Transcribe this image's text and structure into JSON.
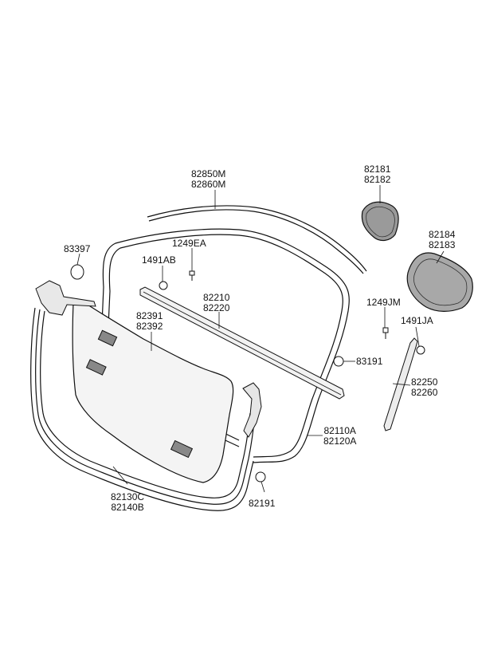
{
  "diagram": {
    "labels": {
      "l_82850": [
        "82850M",
        "82860M"
      ],
      "l_82181": [
        "82181",
        "82182"
      ],
      "l_82184": [
        "82184",
        "82183"
      ],
      "l_83397": [
        "83397"
      ],
      "l_1249EA": [
        "1249EA"
      ],
      "l_1491AB": [
        "1491AB"
      ],
      "l_82210": [
        "82210",
        "82220"
      ],
      "l_82391": [
        "82391",
        "82392"
      ],
      "l_1249JM": [
        "1249JM"
      ],
      "l_1491JA": [
        "1491JA"
      ],
      "l_83191": [
        "83191"
      ],
      "l_82250": [
        "82250",
        "82260"
      ],
      "l_82110": [
        "82110A",
        "82120A"
      ],
      "l_82130": [
        "82130C",
        "82140B"
      ],
      "l_82191": [
        "82191"
      ]
    },
    "colors": {
      "line": "#111111",
      "fill_light": "#f2f2f2",
      "fill_dark": "#b0b0b0"
    }
  }
}
